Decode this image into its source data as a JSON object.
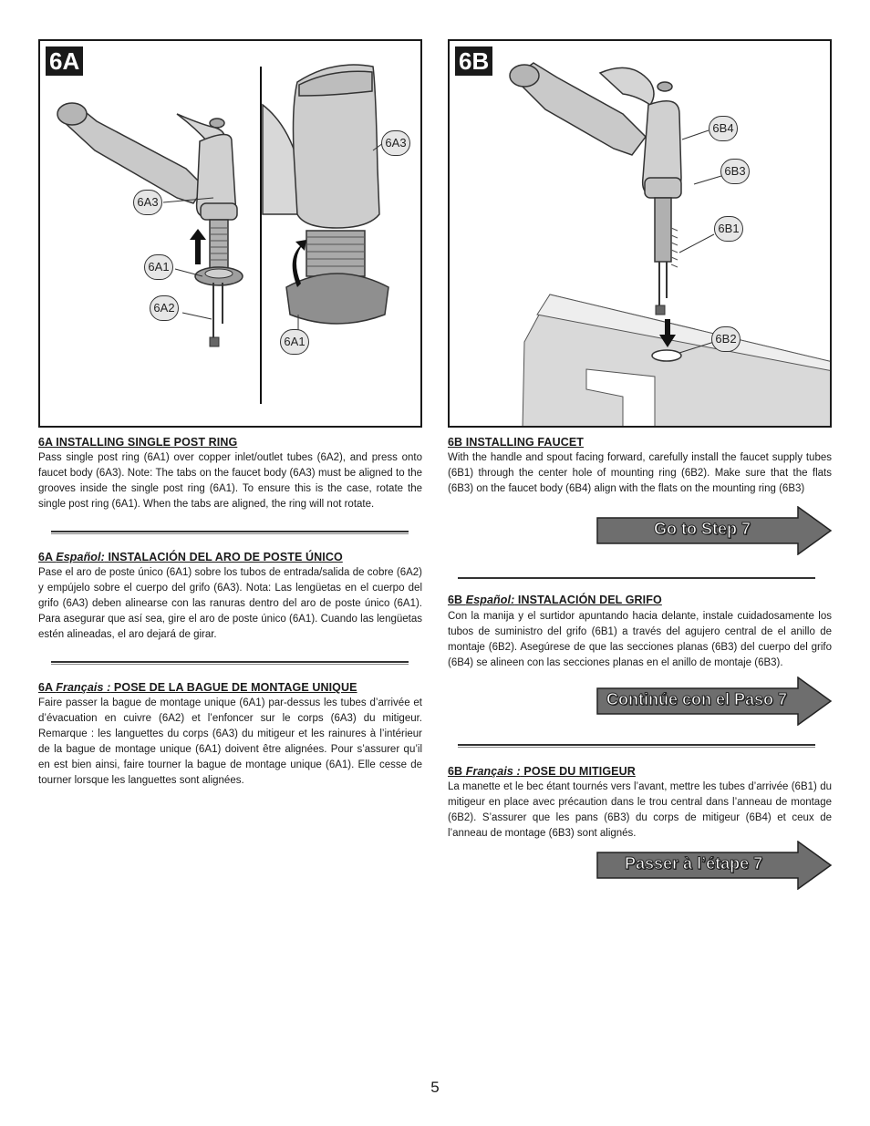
{
  "panel_6a": {
    "tag": "6A",
    "callouts": {
      "a3_left": "6A3",
      "a1_left": "6A1",
      "a2": "6A2",
      "a3_right": "6A3",
      "a1_right": "6A1"
    }
  },
  "panel_6b": {
    "tag": "6B",
    "callouts": {
      "b4": "6B4",
      "b3": "6B3",
      "b1": "6B1",
      "b2": "6B2"
    }
  },
  "section_6a_en": {
    "heading": "6A  INSTALLING SINGLE POST RING",
    "body": "Pass single post ring (6A1) over copper inlet/outlet tubes (6A2), and press onto faucet body (6A3). Note: The tabs on the faucet body (6A3) must be aligned to the grooves inside the single post ring (6A1). To ensure this is the case, rotate the single post ring (6A1). When the tabs are aligned, the ring will not rotate."
  },
  "section_6a_es": {
    "prefix": "6A ",
    "lang": "Español:",
    "title": " INSTALACIÓN DEL ARO DE POSTE ÚNICO",
    "body": "Pase el aro de poste único (6A1) sobre los tubos de entrada/salida de cobre (6A2) y empújelo sobre el cuerpo del grifo (6A3). Nota: Las lengüetas en el cuerpo del grifo (6A3) deben alinearse con las ranuras dentro del aro de poste único (6A1). Para asegurar que así sea, gire el aro de poste único (6A1). Cuando las lengüetas estén alineadas, el aro dejará de girar."
  },
  "section_6a_fr": {
    "prefix": "6A ",
    "lang": "Français :",
    "title": " POSE DE LA BAGUE DE MONTAGE UNIQUE",
    "body": "Faire passer la bague de montage unique (6A1) par-dessus les tubes d’arrivée et d’évacuation en cuivre (6A2) et l’enfoncer sur le corps (6A3) du mitigeur. Remarque : les languettes du corps (6A3) du mitigeur et les rainures à l’intérieur de la bague de montage unique (6A1) doivent être alignées. Pour s’assurer qu’il en est bien ainsi, faire tourner la bague de montage unique (6A1). Elle cesse de tourner lorsque les languettes sont alignées."
  },
  "section_6b_en": {
    "heading": "6B  INSTALLING FAUCET",
    "body": "With the handle and spout facing forward, carefully install the faucet supply tubes (6B1) through the center hole of mounting ring (6B2). Make sure that the flats (6B3) on the faucet body (6B4) align with the flats on the mounting ring (6B3)",
    "arrow": "Go to Step 7"
  },
  "section_6b_es": {
    "prefix": "6B ",
    "lang": "Español:",
    "title": " INSTALACIÓN DEL GRIFO",
    "body": "Con la manija y el surtidor apuntando hacia delante, instale cuidadosamente los tubos de suministro del grifo (6B1) a través del agujero central de el anillo de montaje (6B2). Asegúrese de que las secciones planas (6B3) del cuerpo del grifo (6B4) se alineen con las secciones planas en el anillo de montaje (6B3).",
    "arrow": "Continúe con el Paso 7"
  },
  "section_6b_fr": {
    "prefix": "6B ",
    "lang": "Français :",
    "title": " POSE DU MITIGEUR",
    "body": "La manette et le bec étant tournés vers l’avant, mettre les tubes d’arrivée (6B1) du mitigeur en place avec précaution dans le trou central dans l’anneau de montage (6B2). S’assurer que les pans (6B3) du corps de mitigeur (6B4) et ceux de l’anneau de montage (6B3) sont alignés.",
    "arrow": "Passer à l’étape 7"
  },
  "page_number": "5"
}
